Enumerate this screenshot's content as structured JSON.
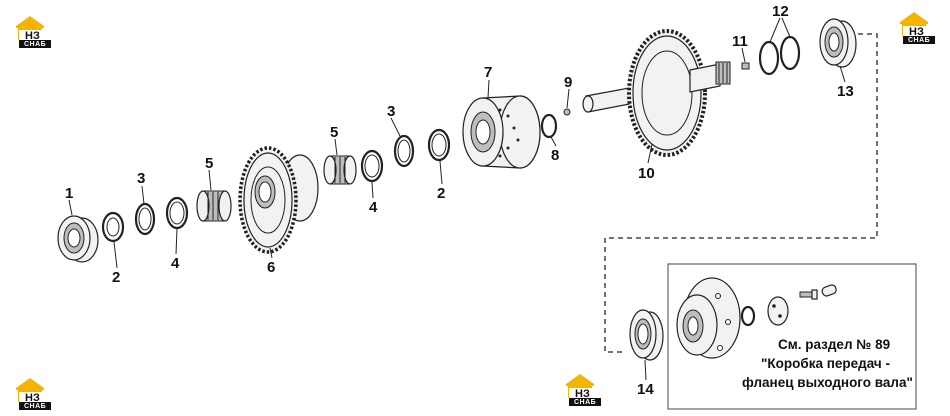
{
  "labels": {
    "l1": "1",
    "l2a": "2",
    "l3a": "3",
    "l4a": "4",
    "l5a": "5",
    "l6": "6",
    "l5b": "5",
    "l4b": "4",
    "l3b": "3",
    "l2b": "2",
    "l7": "7",
    "l8": "8",
    "l9": "9",
    "l10": "10",
    "l11": "11",
    "l12": "12",
    "l13": "13",
    "l14": "14"
  },
  "reference_note": {
    "line1": "См. раздел № 89",
    "line2": "\"Коробка передач -",
    "line3": "фланец выходного вала\""
  },
  "logo": {
    "letters": "НЗ",
    "word": "СНАБ",
    "colors": {
      "house": "#f4b400",
      "band": "#111111"
    }
  }
}
